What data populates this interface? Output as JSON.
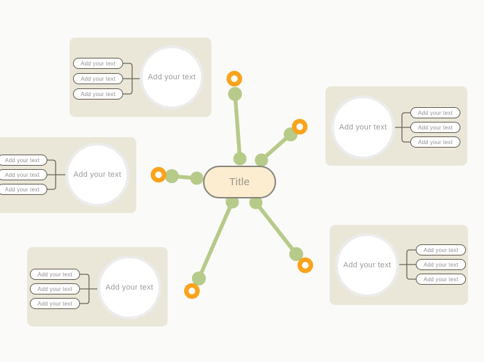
{
  "title": "Title",
  "colors": {
    "background": "#fafaf8",
    "group_box": "#eae7d8",
    "branch_green": "#b6ca89",
    "endpoint_orange": "#f9a41d",
    "center_fill": "#fcedd1",
    "center_border": "#84847b",
    "pill_border": "#5e564b",
    "connector": "#6b6358",
    "label_text": "#8f8f8f",
    "circle_text": "#9a9a9a",
    "title_text": "#999488"
  },
  "groups": [
    {
      "name": "top-left",
      "circle_label": "Add your text",
      "labels": [
        "Add your text",
        "Add your text",
        "Add your text"
      ]
    },
    {
      "name": "left",
      "circle_label": "Add your text",
      "labels": [
        "Add your text",
        "Add your text",
        "Add your text"
      ]
    },
    {
      "name": "bottom-left",
      "circle_label": "Add your text",
      "labels": [
        "Add your text",
        "Add your text",
        "Add your text"
      ]
    },
    {
      "name": "right-top",
      "circle_label": "Add your text",
      "labels": [
        "Add your text",
        "Add your text",
        "Add your text"
      ]
    },
    {
      "name": "right-bottom",
      "circle_label": "Add your text",
      "labels": [
        "Add your text",
        "Add your text",
        "Add your text"
      ]
    }
  ]
}
